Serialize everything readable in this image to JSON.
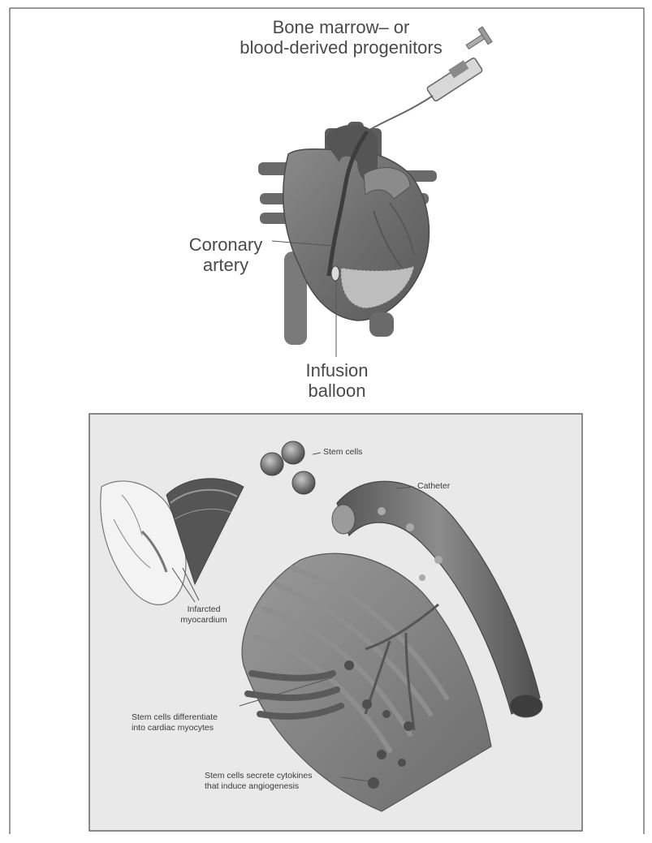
{
  "top_panel": {
    "progenitors_label_line1": "Bone marrow– or",
    "progenitors_label_line2": "blood-derived progenitors",
    "coronary_label_line1": "Coronary",
    "coronary_label_line2": "artery",
    "balloon_label_line1": "Infusion",
    "balloon_label_line2": "balloon"
  },
  "inset_panel": {
    "stem_cells_label": "Stem cells",
    "catheter_label": "Catheter",
    "infarcted_label_line1": "Infarcted",
    "infarcted_label_line2": "myocardium",
    "differentiate_label_line1": "Stem cells differentiate",
    "differentiate_label_line2": "into cardiac myocytes",
    "secrete_label_line1": "Stem cells secrete cytokines",
    "secrete_label_line2": "that induce angiogenesis"
  },
  "colors": {
    "outline": "#4a4a4a",
    "panel_bg": "#e9e9e9",
    "tissue": "#7d7d7d",
    "vessel": "#6a6a6a"
  }
}
